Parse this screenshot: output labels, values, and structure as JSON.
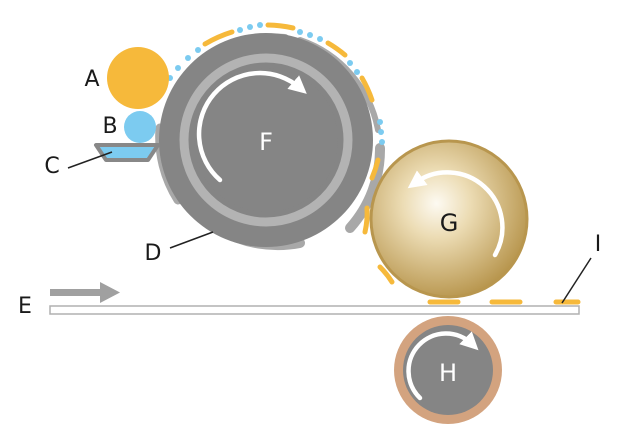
{
  "labels": {
    "A": "A",
    "B": "B",
    "C": "C",
    "D": "D",
    "E": "E",
    "F": "F",
    "G": "G",
    "H": "H",
    "I": "I"
  },
  "colors": {
    "drum": "#858585",
    "drum_ring": "#b3b3b3",
    "drum_shell": "#a8a8a8",
    "toner_orange": "#f6b93b",
    "toner_blue": "#7ccbf0",
    "roller_g_light": "#fbf6ea",
    "roller_g_dark": "#b8964e",
    "roller_h_rim": "#d3a37f",
    "paper_arrow": "#a0a0a0",
    "leader": "#222222"
  }
}
